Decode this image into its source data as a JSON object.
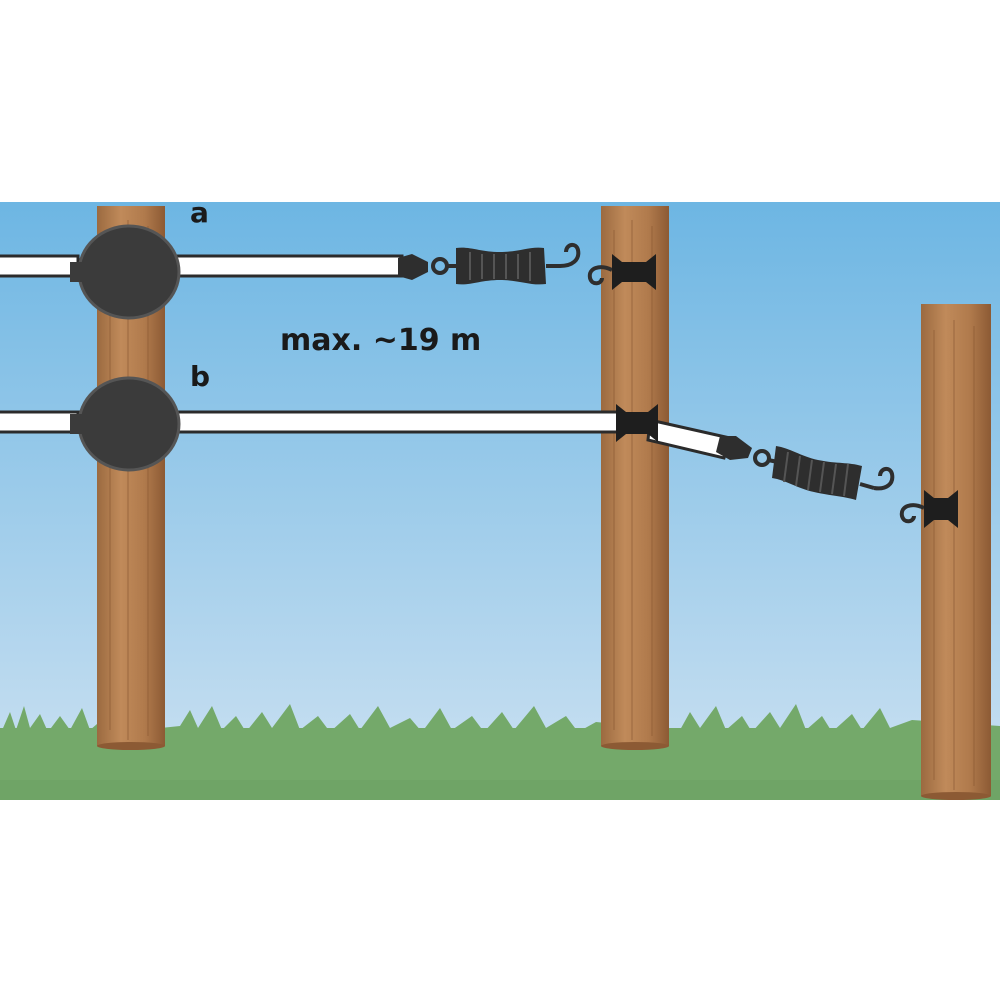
{
  "labels": {
    "line_a": "a",
    "line_b": "b",
    "distance": "max. ~19 m"
  },
  "colors": {
    "sky_top": "#6db6e3",
    "sky_bottom": "#c3ddf0",
    "grass": "#74a96a",
    "grass_dark": "#5e9457",
    "post": "#b07a4c",
    "post_shadow": "#8c5a34",
    "post_highlight": "#c9956a",
    "tape": "#ffffff",
    "tape_edge": "#2b2b2b",
    "insulator": "#3b3b3b",
    "handle": "#2e2e2e"
  },
  "icons": {
    "ring_insulator": "ring-insulator-icon",
    "gate_handle": "gate-handle-icon",
    "hook": "hook-icon",
    "end_insulator": "end-insulator-icon"
  }
}
